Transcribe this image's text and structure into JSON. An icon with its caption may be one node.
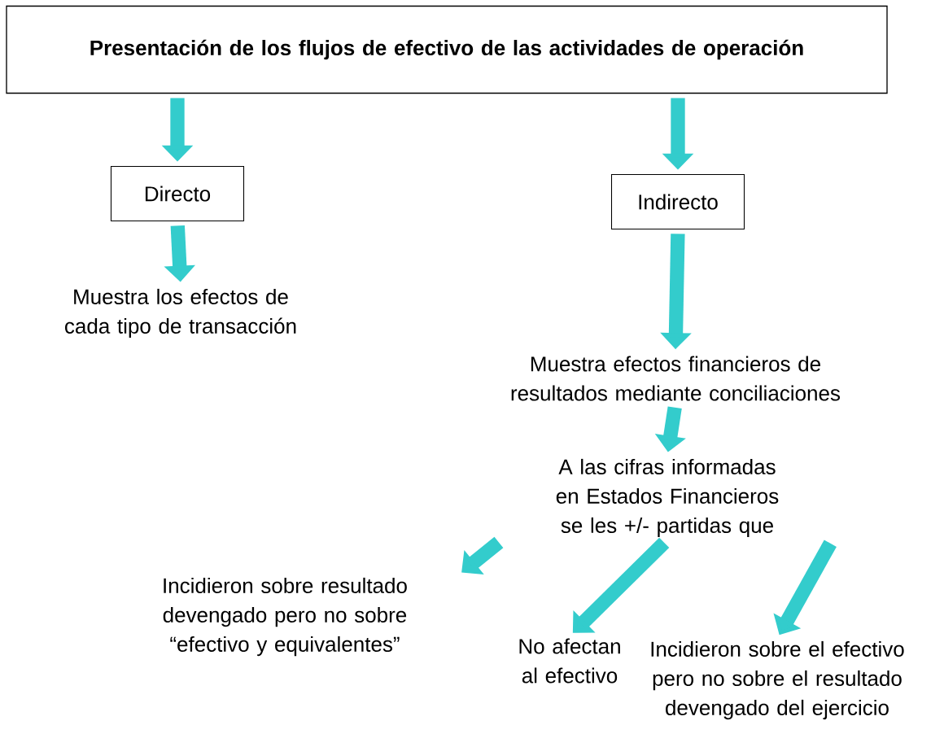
{
  "diagram": {
    "nodes": [
      {
        "text": [
          "Presentación de los flujos de efectivo de las actividades de operación"
        ]
      },
      {
        "text": [
          "Directo"
        ]
      },
      {
        "text": [
          "Indirecto"
        ]
      },
      {
        "text": [
          "Muestra los efectos de cada tipo de transacción"
        ]
      },
      {
        "text": [
          "Muestra efectos financieros de resultados mediante conciliaciones"
        ]
      },
      {
        "text": [
          "A las cifras informadas en Estados Financieros se les +/- partidas que"
        ]
      },
      {
        "text": [
          "Incidieron sobre resultado devengado pero no sobre “efectivo y equivalentes”"
        ]
      },
      {
        "text": [
          "No afectan al efectivo"
        ]
      },
      {
        "text": [
          "Incidieron sobre el efectivo pero no sobre el resultado devengado del ejercicio"
        ]
      }
    ],
    "edges": [
      {
        "from": 0,
        "to": 1,
        "arrow": "to"
      },
      {
        "from": 0,
        "to": 2,
        "arrow": "to"
      },
      {
        "from": 1,
        "to": 3,
        "arrow": "to"
      },
      {
        "from": 2,
        "to": 4,
        "arrow": "to"
      },
      {
        "from": 4,
        "to": 5,
        "arrow": "to"
      },
      {
        "from": 5,
        "to": 6,
        "arrow": "to"
      },
      {
        "from": 5,
        "to": 7,
        "arrow": "to"
      },
      {
        "from": 5,
        "to": 8,
        "arrow": "to"
      }
    ]
  }
}
